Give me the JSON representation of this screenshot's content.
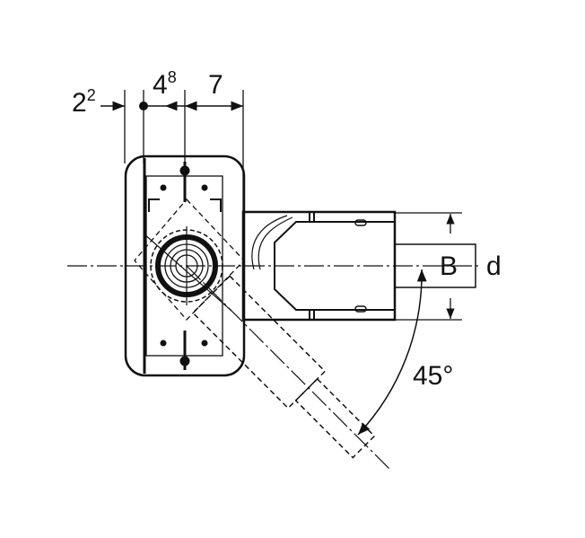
{
  "dimensions": {
    "left_base": "2",
    "left_sup": "2",
    "middle_base": "4",
    "middle_sup": "8",
    "right": "7",
    "height_label": "B",
    "diameter_label": "d",
    "angle_label": "45°"
  },
  "colors": {
    "stroke": "#111111",
    "background": "#ffffff"
  }
}
